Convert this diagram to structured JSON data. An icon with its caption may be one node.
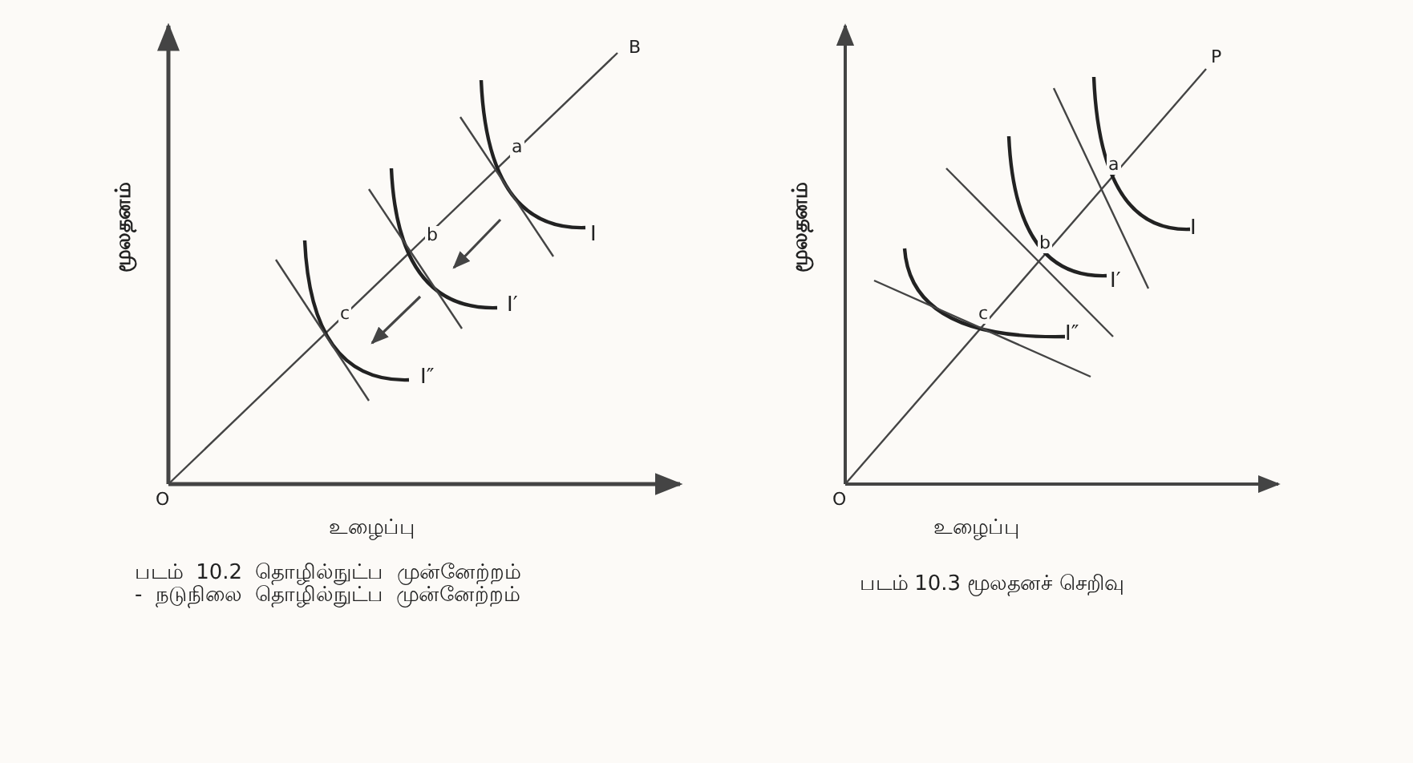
{
  "diagram": {
    "labels": [
      "மூலதனம்",
      "B",
      "a",
      "b",
      "I",
      "I′",
      "c",
      "I″",
      "O",
      "உழைப்பு",
      "படம் 10.2 தொழில்நுட்ப முன்னேற்றம் - நடுநிலை தொழில்நுட்ப முன்னேற்றம்",
      "மூலதனம்",
      "P",
      "a",
      "b",
      "I",
      "I′",
      "c",
      "I″",
      "O",
      "உழைப்பு",
      "படம் 10.3 மூலதனச் செறிவு"
    ]
  }
}
